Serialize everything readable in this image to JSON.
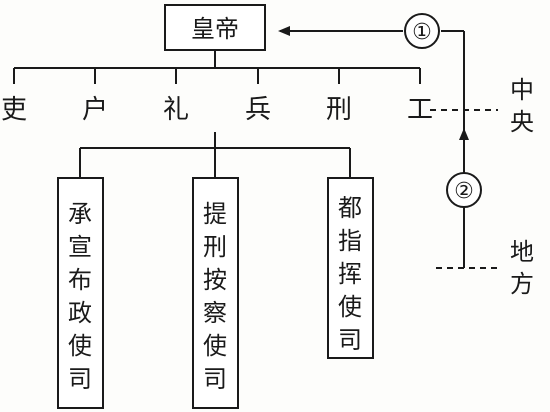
{
  "emperor": "皇帝",
  "ministries": [
    "吏",
    "户",
    "礼",
    "兵",
    "刑",
    "工"
  ],
  "offices": [
    "承宣布政使司",
    "提刑按察使司",
    "都指挥使司"
  ],
  "marker_1": "①",
  "marker_2": "②",
  "level_central": "中央",
  "level_local": "地方"
}
